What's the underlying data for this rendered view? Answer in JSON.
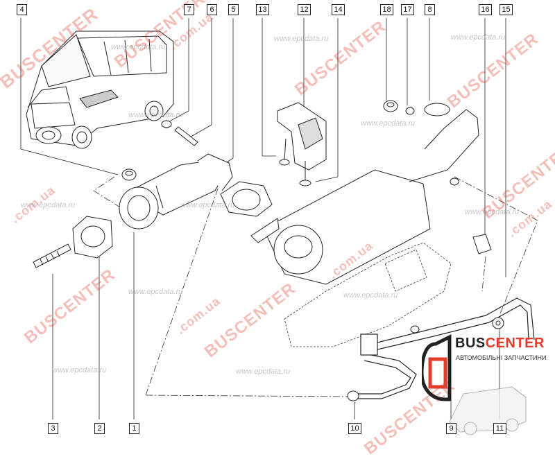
{
  "callouts": [
    "4",
    "7",
    "6",
    "5",
    "13",
    "12",
    "14",
    "18",
    "17",
    "8",
    "16",
    "15",
    "3",
    "2",
    "1",
    "10",
    "9",
    "11"
  ],
  "watermarks": {
    "buscenter": "BUSCENTER",
    "com_ua": ".com.ua",
    "epcdata": "www.epcdata.ru",
    "epcdata_short": "www.epcdata.ru"
  },
  "brand": {
    "name_part1": "BUS",
    "name_part2": "CENTER",
    "tagline": "АВТОМОБІЛЬНІ ЗАПЧАСТИНИ"
  },
  "colors": {
    "line": "#222222",
    "accent": "#e23b2a",
    "watermark_grey": "#9a9a9a"
  }
}
